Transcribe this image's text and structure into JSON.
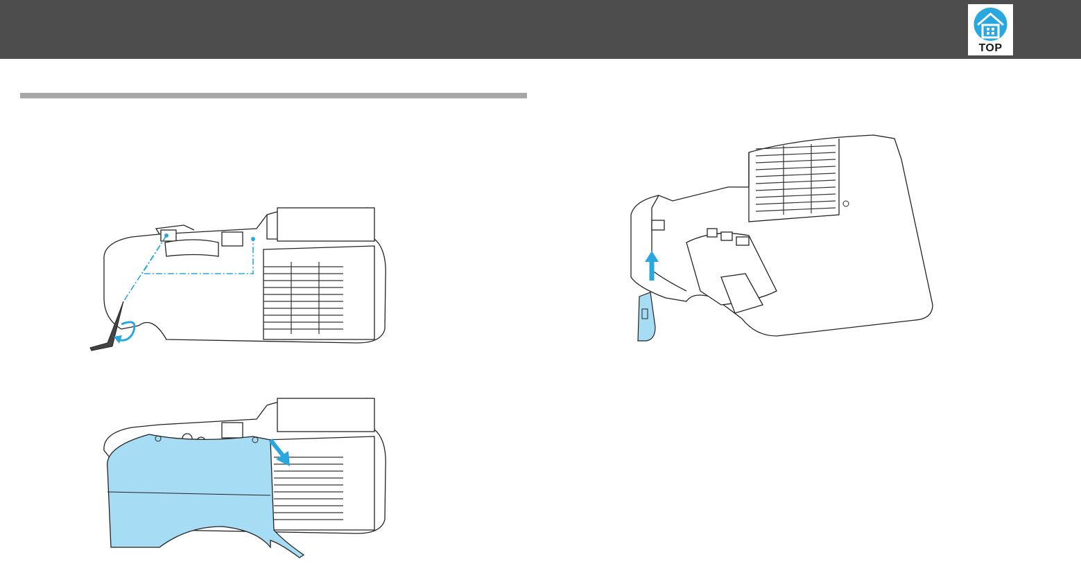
{
  "header": {
    "top_button_label": "TOP",
    "colors": {
      "bar": "#4d4d4d",
      "accent": "#29a8e0"
    }
  },
  "figures": [
    {
      "id": "remove-cable-cover-screws",
      "icon": "screwdriver-icon"
    },
    {
      "id": "remove-cable-cover",
      "icon": "down-arrow-icon"
    },
    {
      "id": "remove-usb-adapter",
      "icon": "up-arrow-icon"
    }
  ]
}
